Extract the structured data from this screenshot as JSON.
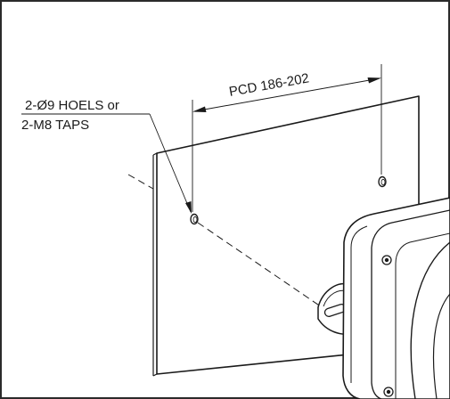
{
  "annotations": {
    "pcd_dimension": "PCD 186-202",
    "hole_callout_line1": "2-Ø9 HOELS or",
    "hole_callout_line2": "2-M8 TAPS"
  }
}
